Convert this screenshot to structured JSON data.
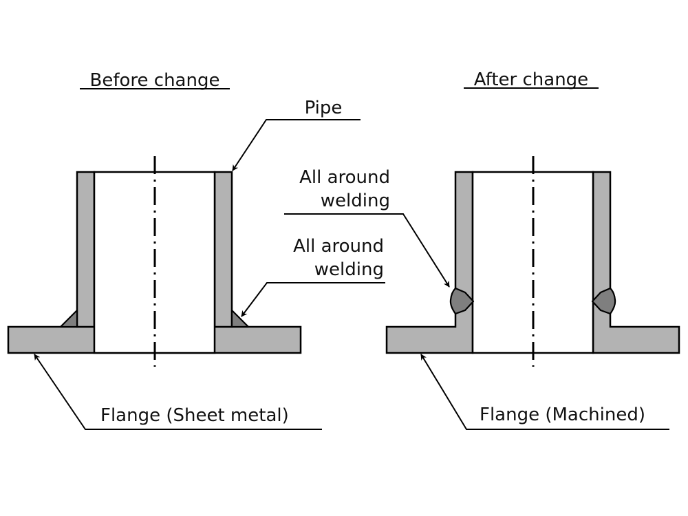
{
  "before": {
    "title": "Before change",
    "labels": {
      "pipe": "Pipe",
      "welding_line1": "All around",
      "welding_line2": "welding",
      "flange": "Flange (Sheet metal)"
    }
  },
  "after": {
    "title": "After change",
    "labels": {
      "welding_line1": "All around",
      "welding_line2": "welding",
      "flange": "Flange (Machined)"
    }
  },
  "colors": {
    "part_fill": "#b3b3b3",
    "weld_fill": "#7f7f7f",
    "line": "#000000",
    "background": "#ffffff"
  }
}
